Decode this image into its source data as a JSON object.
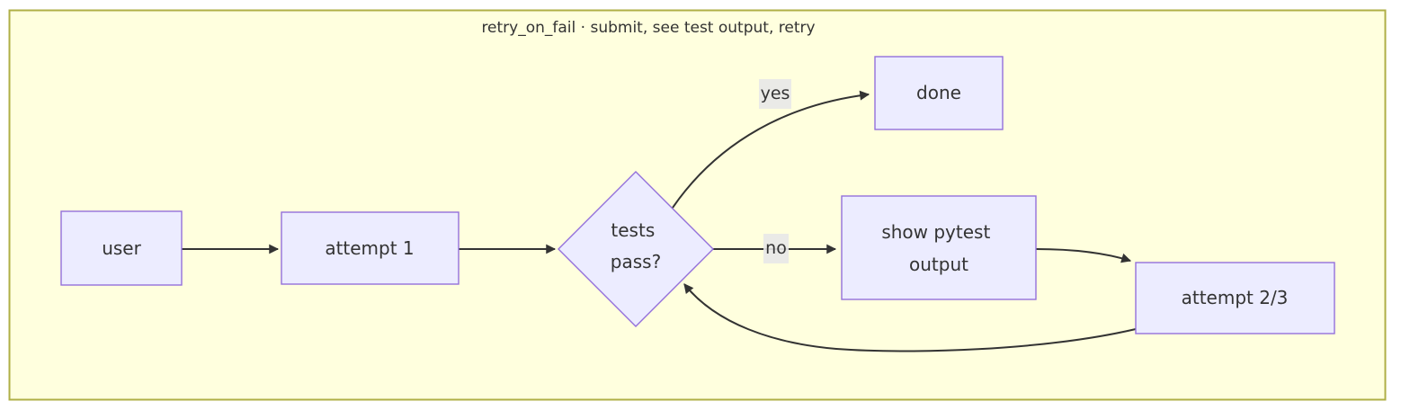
{
  "title": "retry_on_fail · submit, see test output, retry",
  "nodes": {
    "user": {
      "label": "user"
    },
    "attempt1": {
      "label": "attempt 1"
    },
    "decision": {
      "line1": "tests",
      "line2": "pass?"
    },
    "done": {
      "label": "done"
    },
    "show_output": {
      "line1": "show pytest",
      "line2": "output"
    },
    "attempt23": {
      "label": "attempt 2/3"
    }
  },
  "edge_labels": {
    "yes": "yes",
    "no": "no"
  },
  "colors": {
    "page_bg": "#ffffff",
    "canvas_bg": "#ffffde",
    "frame_border": "#afaf46",
    "node_fill": "#ececff",
    "node_border": "#9370db",
    "edge_color": "#333333",
    "edge_label_bg": "#e8e8e8",
    "text_color": "#333333"
  }
}
